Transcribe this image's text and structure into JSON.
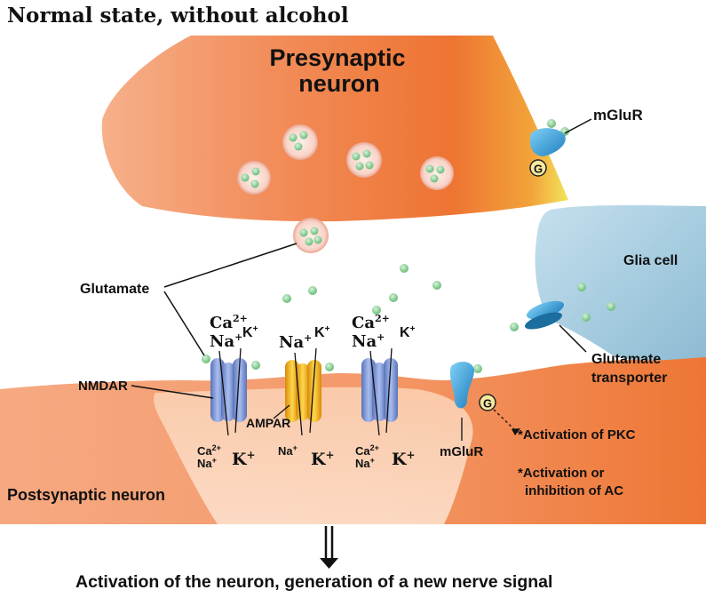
{
  "title": "Normal state, without alcohol",
  "labels": {
    "presynaptic_line1": "Presynaptic",
    "presynaptic_line2": "neuron",
    "postsynaptic": "Postsynaptic neuron",
    "glia": "Glia cell",
    "mglur_pre": "mGluR",
    "mglur_post": "mGluR",
    "g_pre": "G",
    "g_post": "G",
    "glutamate": "Glutamate",
    "nmdar": "NMDAR",
    "ampar": "AMPAR",
    "transporter_line1": "Glutamate",
    "transporter_line2": "transporter",
    "pkc": "*Activation of PKC",
    "ac_line1": "*Activation or",
    "ac_line2": "inhibition of AC"
  },
  "ions": {
    "ca": "Ca",
    "ca_charge": "2+",
    "na": "Na",
    "plus": "+",
    "k": "K"
  },
  "footer": "Activation of the neuron, generation of a new nerve signal",
  "colors": {
    "neuron": "#ef7a3d",
    "neuron_light": "#f9b98f",
    "glia": "#a9cde0",
    "glutamate": "#8fd39a",
    "nmdar": "#7d96d3",
    "ampar": "#f2b21a",
    "mglur": "#2e9bd4"
  }
}
